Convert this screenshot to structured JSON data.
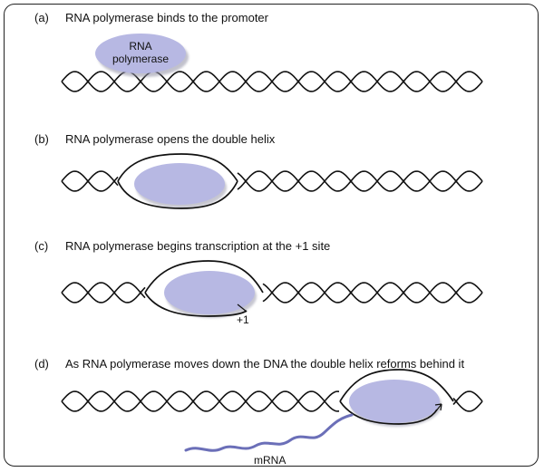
{
  "colors": {
    "polymerase_fill": "#b7b8e3",
    "polymerase_shadow": "#8f8fa3",
    "mrna": "#6b6fb8",
    "strand": "#111111",
    "border": "#222222"
  },
  "panels": [
    {
      "letter": "(a)",
      "caption": "RNA polymerase binds to the promoter"
    },
    {
      "letter": "(b)",
      "caption": "RNA polymerase opens the double helix"
    },
    {
      "letter": "(c)",
      "caption": "RNA polymerase begins transcription at the +1 site"
    },
    {
      "letter": "(d)",
      "caption": "As RNA polymerase moves down the DNA the double helix reforms behind it"
    }
  ],
  "polymerase_label": {
    "line1": "RNA",
    "line2": "polymerase"
  },
  "site_label": "+1",
  "mrna_label": "mRNA"
}
